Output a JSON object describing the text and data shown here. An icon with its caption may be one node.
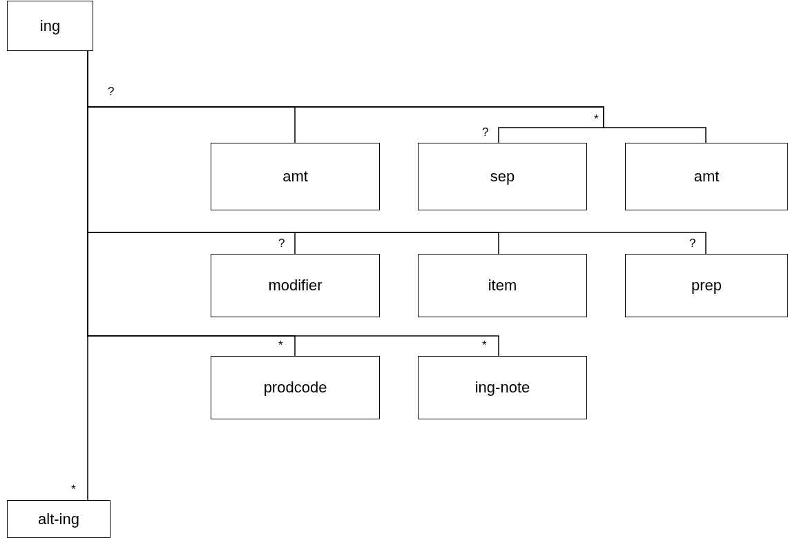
{
  "diagram": {
    "nodes": [
      {
        "text": [
          "ing"
        ]
      },
      {
        "text": [
          "amt"
        ]
      },
      {
        "text": [
          "sep"
        ]
      },
      {
        "text": [
          "amt"
        ]
      },
      {
        "text": [
          "modifier"
        ]
      },
      {
        "text": [
          "item"
        ]
      },
      {
        "text": [
          "prep"
        ]
      },
      {
        "text": [
          "prodcode"
        ]
      },
      {
        "text": [
          "ing-note"
        ]
      },
      {
        "text": [
          "alt-ing"
        ]
      }
    ],
    "edges": [
      {
        "from": 0,
        "to": 1,
        "arrow": "none"
      },
      {
        "from": 0,
        "to": 2,
        "arrow": "none",
        "label": "?"
      },
      {
        "from": 0,
        "to": 3,
        "arrow": "none"
      },
      {
        "from": 0,
        "to": 4,
        "arrow": "none",
        "label": "?"
      },
      {
        "from": 0,
        "to": 5,
        "arrow": "none"
      },
      {
        "from": 0,
        "to": 6,
        "arrow": "none",
        "label": "?"
      },
      {
        "from": 0,
        "to": 7,
        "arrow": "none",
        "label": "*"
      },
      {
        "from": 0,
        "to": 8,
        "arrow": "none",
        "label": "*"
      },
      {
        "from": 0,
        "to": 9,
        "arrow": "none",
        "label": "*"
      }
    ],
    "labels": [
      "?",
      "*"
    ]
  }
}
